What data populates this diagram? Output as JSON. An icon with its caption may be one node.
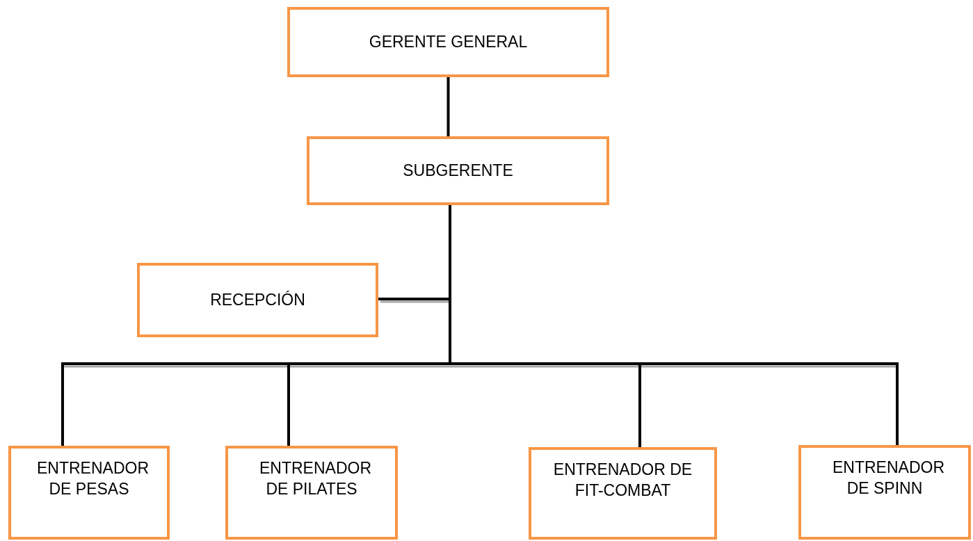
{
  "diagram": {
    "nodes": [
      {
        "text": [
          "GERENTE GENERAL"
        ]
      },
      {
        "text": [
          "SUBGERENTE"
        ]
      },
      {
        "text": [
          "RECEPCIÓN"
        ]
      },
      {
        "text": [
          "ENTRENADOR DE PESAS"
        ]
      },
      {
        "text": [
          "ENTRENADOR DE PILATES"
        ]
      },
      {
        "text": [
          "ENTRENADOR DE FIT-COMBAT"
        ]
      },
      {
        "text": [
          "ENTRENADOR DE SPINN"
        ]
      }
    ],
    "edges": [
      {
        "from": 0,
        "to": 1,
        "arrow": "none"
      },
      {
        "from": 1,
        "to": 2,
        "arrow": "none"
      },
      {
        "from": 1,
        "to": 3,
        "arrow": "none"
      },
      {
        "from": 1,
        "to": 4,
        "arrow": "none"
      },
      {
        "from": 1,
        "to": 5,
        "arrow": "none"
      },
      {
        "from": 1,
        "to": 6,
        "arrow": "none"
      }
    ]
  }
}
